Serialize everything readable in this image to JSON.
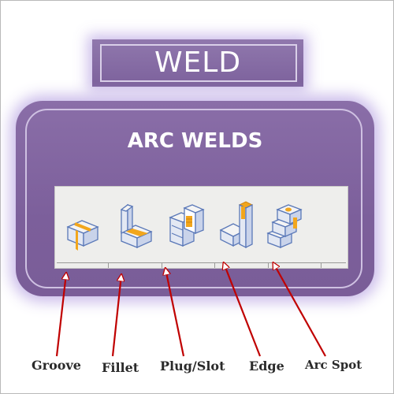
{
  "diagram": {
    "title": "WELD",
    "panel_title": "ARC WELDS",
    "weld_types": [
      {
        "label": "Groove",
        "icon": "groove-weld-icon"
      },
      {
        "label": "Fillet",
        "icon": "fillet-weld-icon"
      },
      {
        "label": "Plug/Slot",
        "icon": "plug-slot-weld-icon"
      },
      {
        "label": "Edge",
        "icon": "edge-weld-icon"
      },
      {
        "label": "Arc Spot",
        "icon": "arc-spot-weld-icon"
      }
    ]
  },
  "colors": {
    "panel": "#7c619c",
    "glow": "#c4b4e8",
    "arrow": "#c00000",
    "toolbar": "#eeeeec",
    "weld_bead": "#f2a61c",
    "block_face": "#f4f4f4",
    "block_edge": "#5a78b8"
  }
}
